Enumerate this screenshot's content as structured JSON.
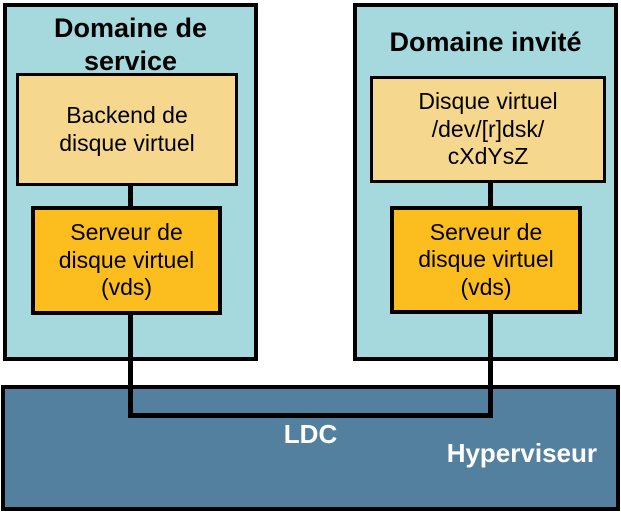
{
  "diagram": {
    "service_domain": {
      "title": "Domaine de\nservice",
      "backend_label": "Backend de\ndisque virtuel",
      "vds_label": "Serveur de\ndisque virtuel\n(vds)"
    },
    "guest_domain": {
      "title": "Domaine invité",
      "disk_label": "Disque virtuel\n/dev/[r]dsk/\ncXdYsZ",
      "vds_label": "Serveur de\ndisque virtuel\n(vds)"
    },
    "hypervisor": {
      "ldc_label": "LDC",
      "title": "Hyperviseur"
    },
    "colors": {
      "domain_fill": "#A5D9DD",
      "backend_fill": "#F5D78D",
      "vds_fill": "#FBBE1E",
      "hypervisor_fill": "#53809F",
      "line": "#000000",
      "hypervisor_text": "#FFFFFF"
    }
  }
}
